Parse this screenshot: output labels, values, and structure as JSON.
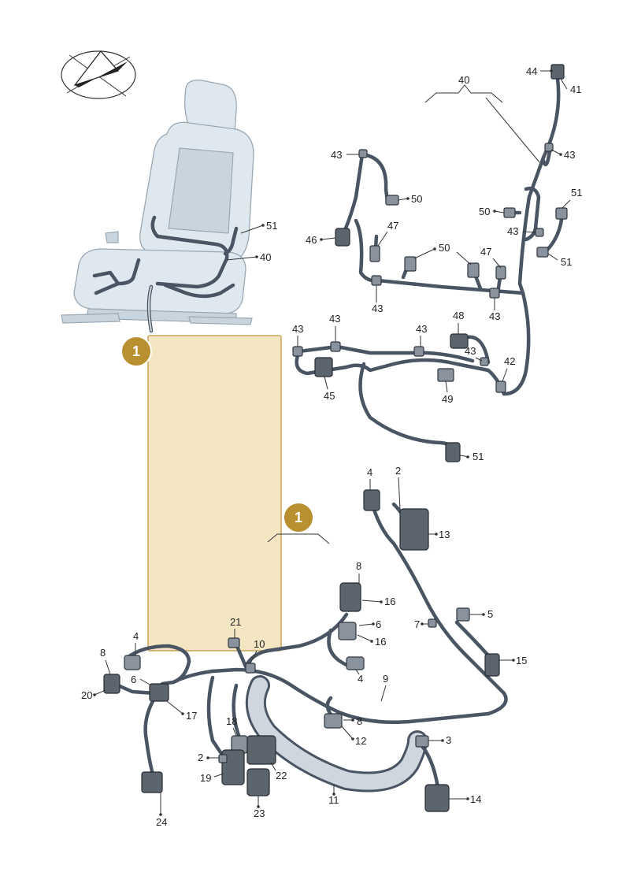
{
  "badges": [
    {
      "text": "1"
    },
    {
      "text": "1"
    }
  ],
  "labels": {
    "seat_51": "51",
    "seat_40": "40",
    "top_40": "40",
    "h44": "44",
    "h41": "41",
    "h43_r1": "43",
    "h43_l1": "43",
    "h50_a": "50",
    "h51_r": "51",
    "h50_b": "50",
    "h43_r2": "43",
    "h46": "46",
    "h47_a": "47",
    "h50_c": "50",
    "h47_b": "47",
    "h51_r2": "51",
    "h43_b1": "43",
    "h43_b2": "43",
    "h43_c1": "43",
    "h43_c2": "43",
    "h43_c3": "43",
    "h48": "48",
    "h43_c4": "43",
    "h42": "42",
    "h45": "45",
    "h49": "49",
    "h51_c": "51",
    "l4_a": "4",
    "l2_a": "2",
    "l13": "13",
    "l8_a": "8",
    "l16_a": "16",
    "l6_a": "6",
    "l16_b": "16",
    "l5": "5",
    "l7": "7",
    "l15": "15",
    "l21": "21",
    "l4_b": "4",
    "l10": "10",
    "l8_b": "8",
    "l6_b": "6",
    "l4_c": "4",
    "l9": "9",
    "l20": "20",
    "l17": "17",
    "l8_c": "8",
    "l12": "12",
    "l18": "18",
    "l3": "3",
    "l2_b": "2",
    "l22": "22",
    "l19": "19",
    "l14": "14",
    "l11": "11",
    "l23": "23",
    "l24": "24"
  },
  "colors": {
    "badge": "#b8902f",
    "highlight": "#f5e6c3",
    "highlight_border": "#c9a25a"
  }
}
